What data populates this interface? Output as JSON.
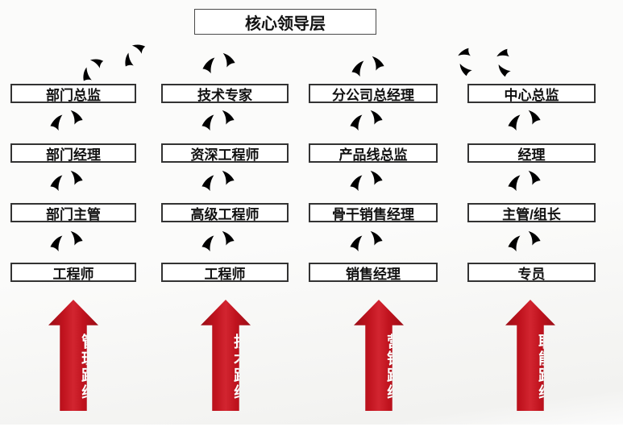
{
  "slide": {
    "title": "核心领导层"
  },
  "paths": [
    {
      "path_label": "管理路线",
      "levels": [
        "部门总监",
        "部门经理",
        "部门主管",
        "工程师"
      ]
    },
    {
      "path_label": "技术路线",
      "levels": [
        "技术专家",
        "资深工程师",
        "高级工程师",
        "工程师"
      ]
    },
    {
      "path_label": "营销路线",
      "levels": [
        "分公司总经理",
        "产品线总监",
        "骨干销售经理",
        "销售经理"
      ]
    },
    {
      "path_label": "职能路线",
      "levels": [
        "中心总监",
        "经理",
        "主管/组长",
        "专员"
      ]
    }
  ],
  "icons": {
    "swoosh": "upward-swoosh-icon"
  },
  "colors": {
    "arrow_red": "#c0131e",
    "arrow_red_dark": "#9a0e17",
    "swoosh_blue": "#2b547e",
    "box_border": "#333333",
    "text_color": "#111111",
    "slide_bg": "#f7f7f5"
  }
}
